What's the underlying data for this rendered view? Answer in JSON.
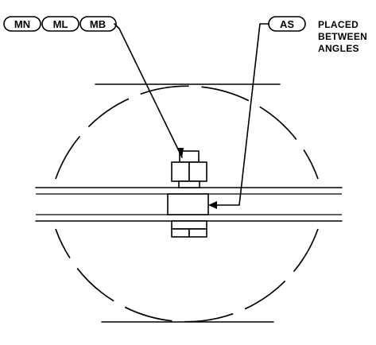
{
  "callouts": {
    "bolt_group": [
      "MN",
      "ML",
      "MB"
    ],
    "spacer": "AS"
  },
  "note": {
    "line1": "PLACED",
    "line2": "BETWEEN",
    "line3": "ANGLES"
  }
}
